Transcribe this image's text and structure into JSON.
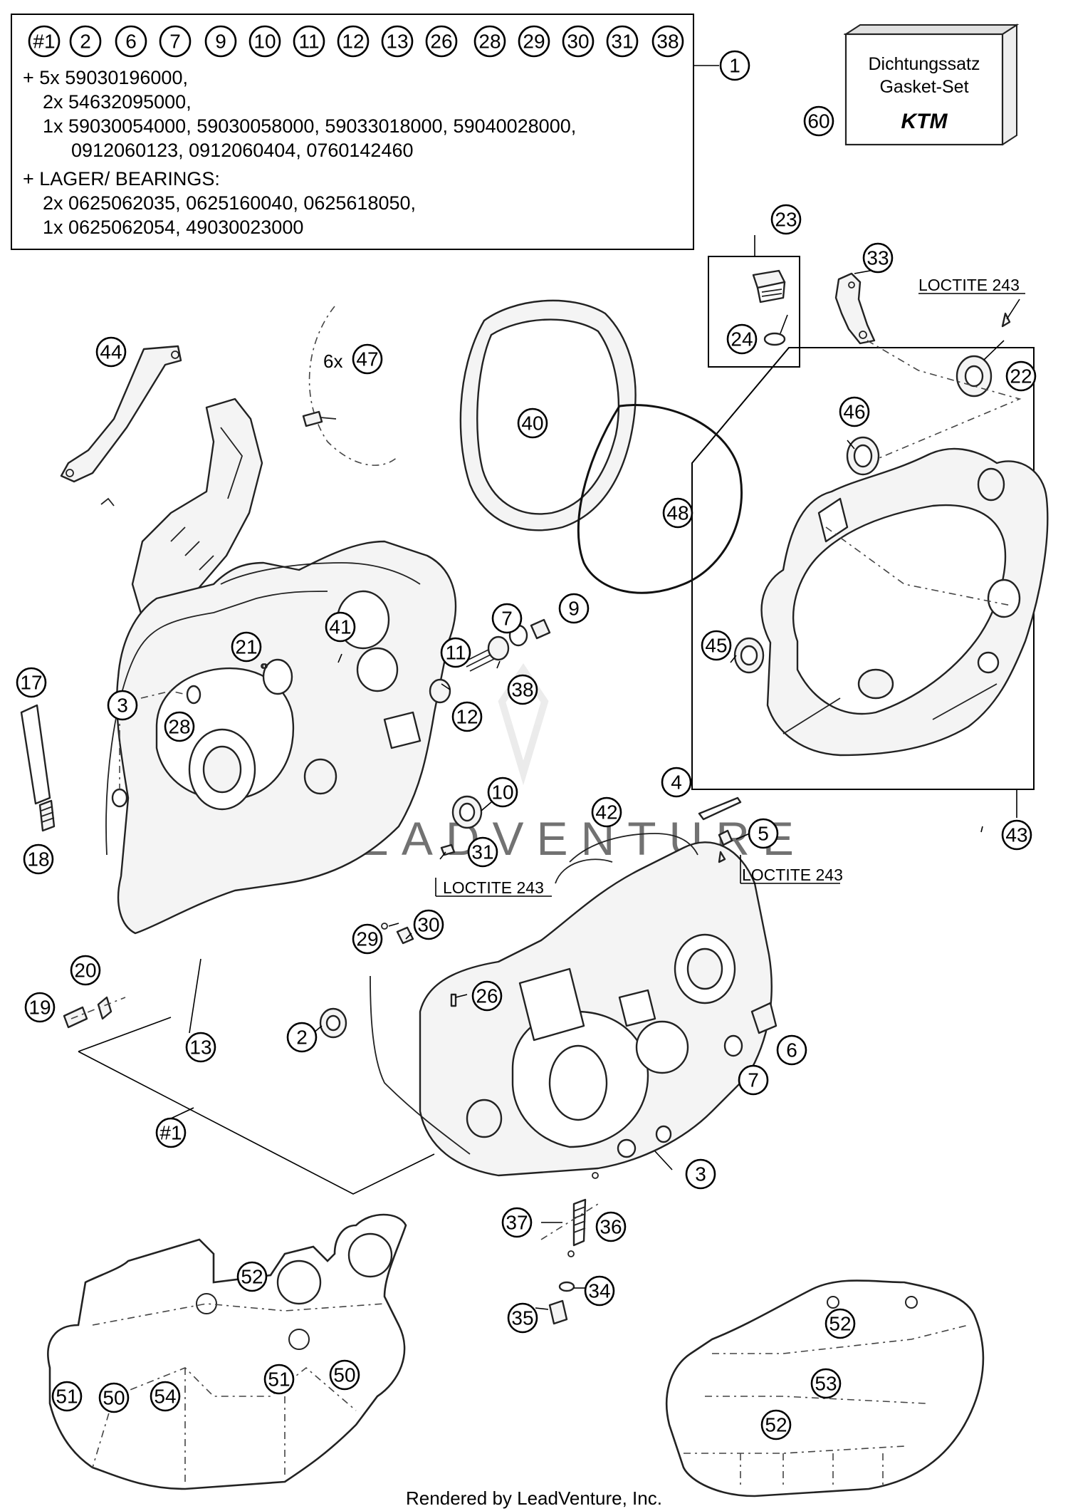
{
  "kit_box": {
    "header_callouts": [
      "#1",
      "2",
      "6",
      "7",
      "9",
      "10",
      "11",
      "12",
      "13",
      "26",
      "28",
      "29",
      "30",
      "31",
      "38"
    ],
    "callout": "1",
    "lines": [
      "+ 5x 59030196000,",
      "2x 54632095000,",
      "1x 59030054000, 59030058000, 59033018000, 59040028000,",
      "0912060123, 0912060404, 0760142460",
      "+ LAGER/ BEARINGS:",
      "2x 0625062035, 0625160040, 0625618050,",
      "1x 0625062054, 49030023000"
    ]
  },
  "gasket_box": {
    "line1": "Dichtungssatz",
    "line2": "Gasket-Set",
    "logo": "KTM",
    "callout": "60"
  },
  "notes": {
    "loctite_1": "LOCTITE 243",
    "loctite_2": "LOCTITE 243",
    "loctite_3": "LOCTITE 243",
    "qty_6x": "6x"
  },
  "callouts": [
    {
      "label": "23"
    },
    {
      "label": "24"
    },
    {
      "label": "33"
    },
    {
      "label": "22"
    },
    {
      "label": "44"
    },
    {
      "label": "47"
    },
    {
      "label": "40"
    },
    {
      "label": "48"
    },
    {
      "label": "46"
    },
    {
      "label": "45"
    },
    {
      "label": "43"
    },
    {
      "label": "21"
    },
    {
      "label": "41"
    },
    {
      "label": "7"
    },
    {
      "label": "9"
    },
    {
      "label": "11"
    },
    {
      "label": "38"
    },
    {
      "label": "12"
    },
    {
      "label": "17"
    },
    {
      "label": "3"
    },
    {
      "label": "28"
    },
    {
      "label": "10"
    },
    {
      "label": "4"
    },
    {
      "label": "42"
    },
    {
      "label": "5"
    },
    {
      "label": "18"
    },
    {
      "label": "31"
    },
    {
      "label": "29"
    },
    {
      "label": "30"
    },
    {
      "label": "20"
    },
    {
      "label": "19"
    },
    {
      "label": "13"
    },
    {
      "label": "2"
    },
    {
      "label": "26"
    },
    {
      "label": "6"
    },
    {
      "label": "7"
    },
    {
      "label": "#1"
    },
    {
      "label": "3"
    },
    {
      "label": "37"
    },
    {
      "label": "36"
    },
    {
      "label": "34"
    },
    {
      "label": "35"
    },
    {
      "label": "52"
    },
    {
      "label": "51"
    },
    {
      "label": "50"
    },
    {
      "label": "54"
    },
    {
      "label": "51"
    },
    {
      "label": "50"
    },
    {
      "label": "52"
    },
    {
      "label": "53"
    },
    {
      "label": "52"
    }
  ],
  "watermark": "LEADVENTURE",
  "footer": "Rendered by LeadVenture, Inc.",
  "colors": {
    "line": "#222222",
    "fill": "#f4f4f4",
    "watermark": "#e6e6e6"
  }
}
